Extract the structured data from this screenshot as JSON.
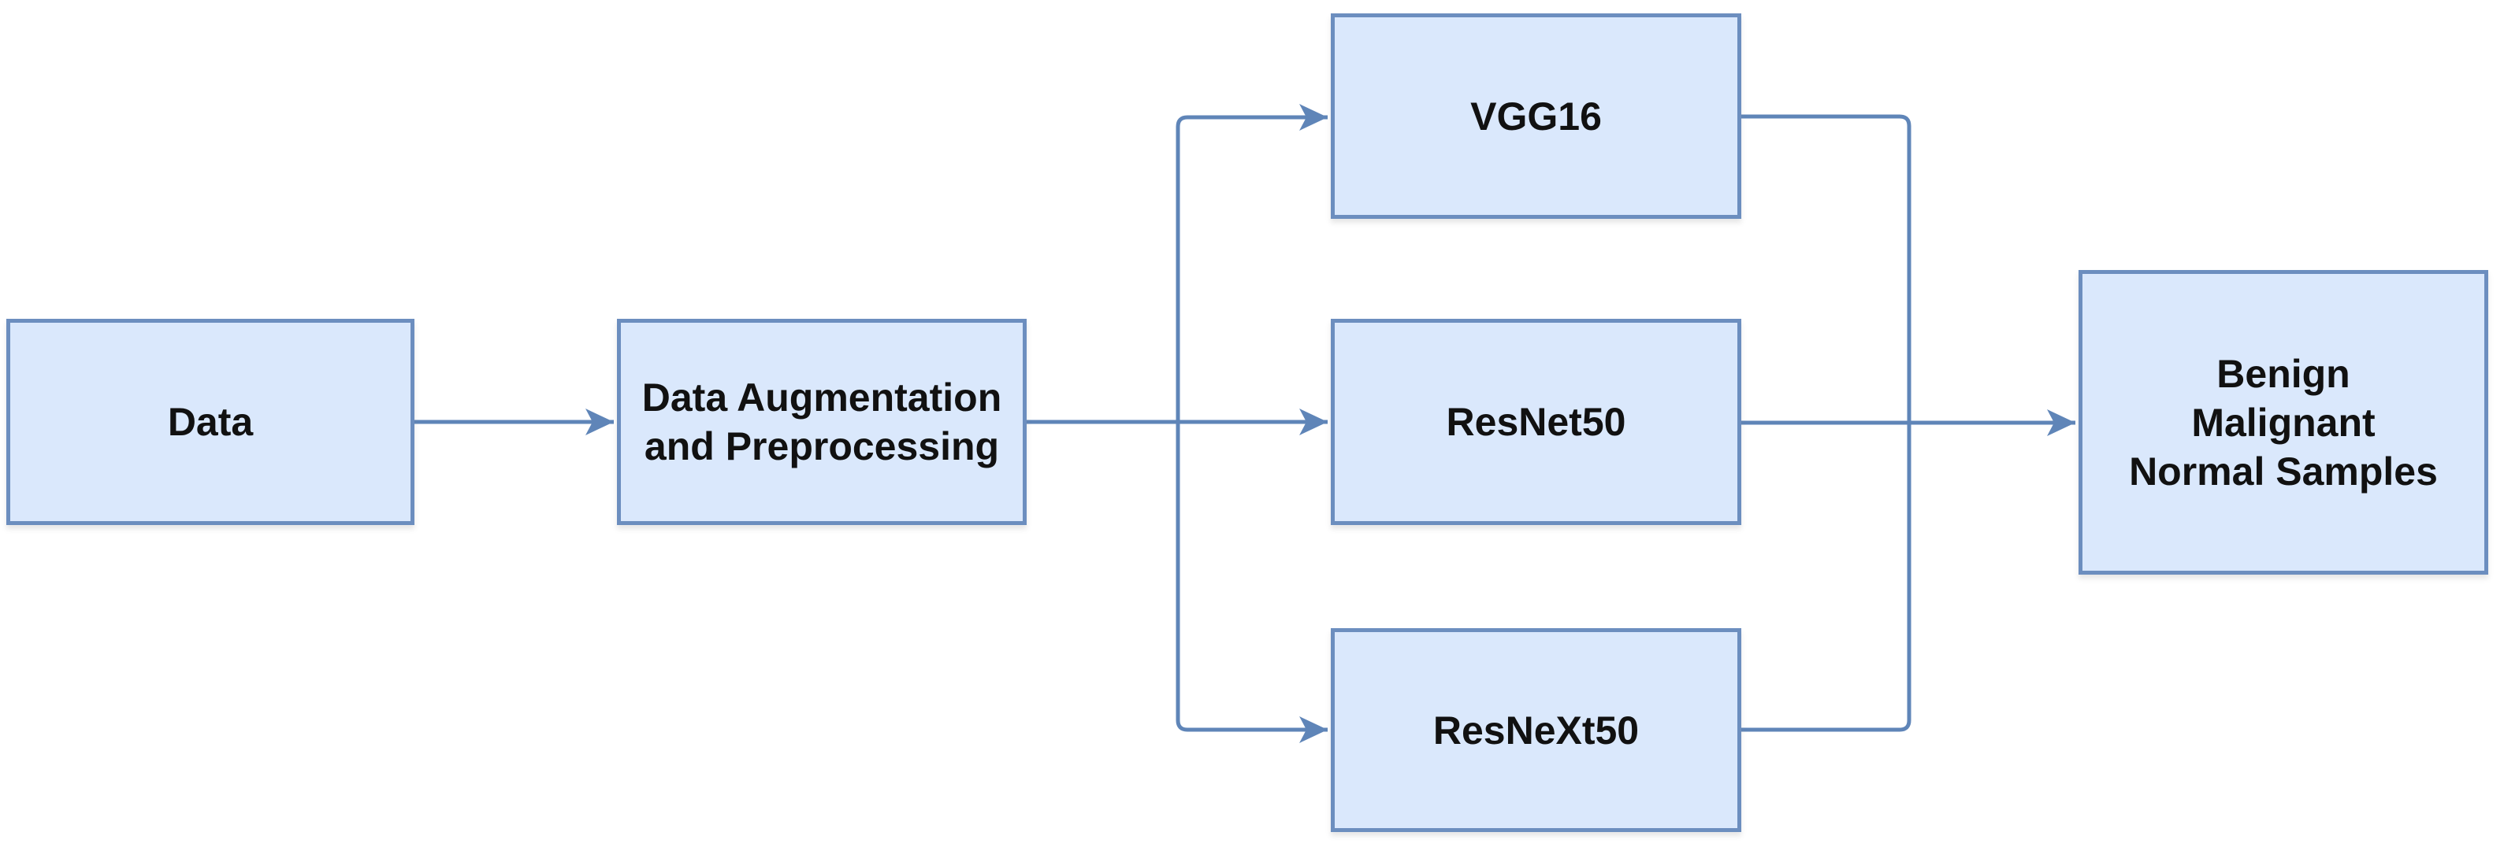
{
  "diagram": {
    "type": "flowchart",
    "colors": {
      "node_fill": "#dae8fc",
      "node_border": "#6c8ebf",
      "connector": "#5f85b8",
      "text": "#111111",
      "background": "#ffffff"
    },
    "nodes": {
      "data": {
        "lines": [
          "Data"
        ]
      },
      "preprocess": {
        "lines": [
          "Data Augmentation",
          "and Preprocessing"
        ]
      },
      "vgg16": {
        "lines": [
          "VGG16"
        ]
      },
      "resnet50": {
        "lines": [
          "ResNet50"
        ]
      },
      "resnext50": {
        "lines": [
          "ResNeXt50"
        ]
      },
      "output": {
        "lines": [
          "Benign",
          "Malignant",
          "Normal Samples"
        ]
      }
    },
    "edges": [
      {
        "from": "Data",
        "to": "Data Augmentation and Preprocessing",
        "arrow": true
      },
      {
        "from": "Data Augmentation and Preprocessing",
        "to": "VGG16",
        "arrow": true
      },
      {
        "from": "Data Augmentation and Preprocessing",
        "to": "ResNet50",
        "arrow": true
      },
      {
        "from": "Data Augmentation and Preprocessing",
        "to": "ResNeXt50",
        "arrow": true
      },
      {
        "from": "VGG16",
        "to": "Benign Malignant Normal Samples",
        "arrow": false,
        "note": "merges into ResNet50 output line"
      },
      {
        "from": "ResNet50",
        "to": "Benign Malignant Normal Samples",
        "arrow": true
      },
      {
        "from": "ResNeXt50",
        "to": "Benign Malignant Normal Samples",
        "arrow": false,
        "note": "merges into ResNet50 output line"
      }
    ]
  }
}
